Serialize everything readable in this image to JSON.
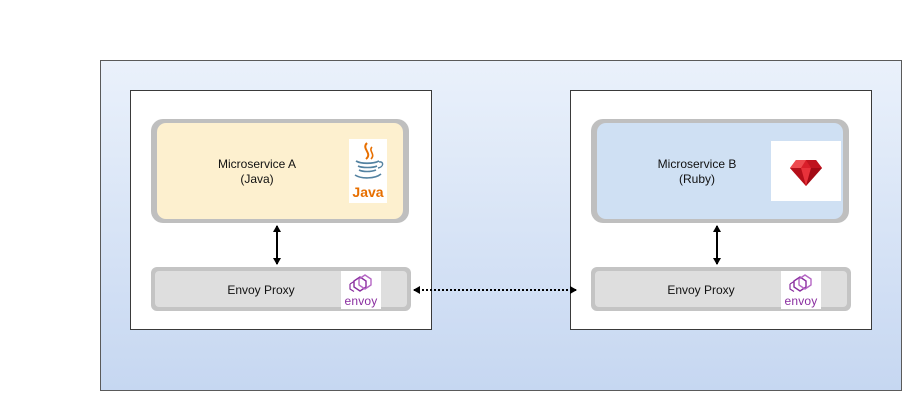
{
  "services": [
    {
      "name_line1": "Microservice A",
      "name_line2": "(Java)",
      "logo": "java-logo",
      "logo_text": "Java",
      "color": "#fdf0cf"
    },
    {
      "name_line1": "Microservice B",
      "name_line2": "(Ruby)",
      "logo": "ruby-logo",
      "color": "#cfe0f3"
    }
  ],
  "proxies": [
    {
      "label": "Envoy Proxy",
      "logo": "envoy-logo",
      "logo_text": "envoy"
    },
    {
      "label": "Envoy Proxy",
      "logo": "envoy-logo",
      "logo_text": "envoy"
    }
  ],
  "connections": [
    {
      "from": "Microservice A",
      "to": "Envoy Proxy",
      "style": "solid",
      "direction": "both"
    },
    {
      "from": "Microservice B",
      "to": "Envoy Proxy",
      "style": "solid",
      "direction": "both"
    },
    {
      "from": "Envoy Proxy",
      "to": "Envoy Proxy",
      "style": "dotted",
      "direction": "both"
    }
  ]
}
